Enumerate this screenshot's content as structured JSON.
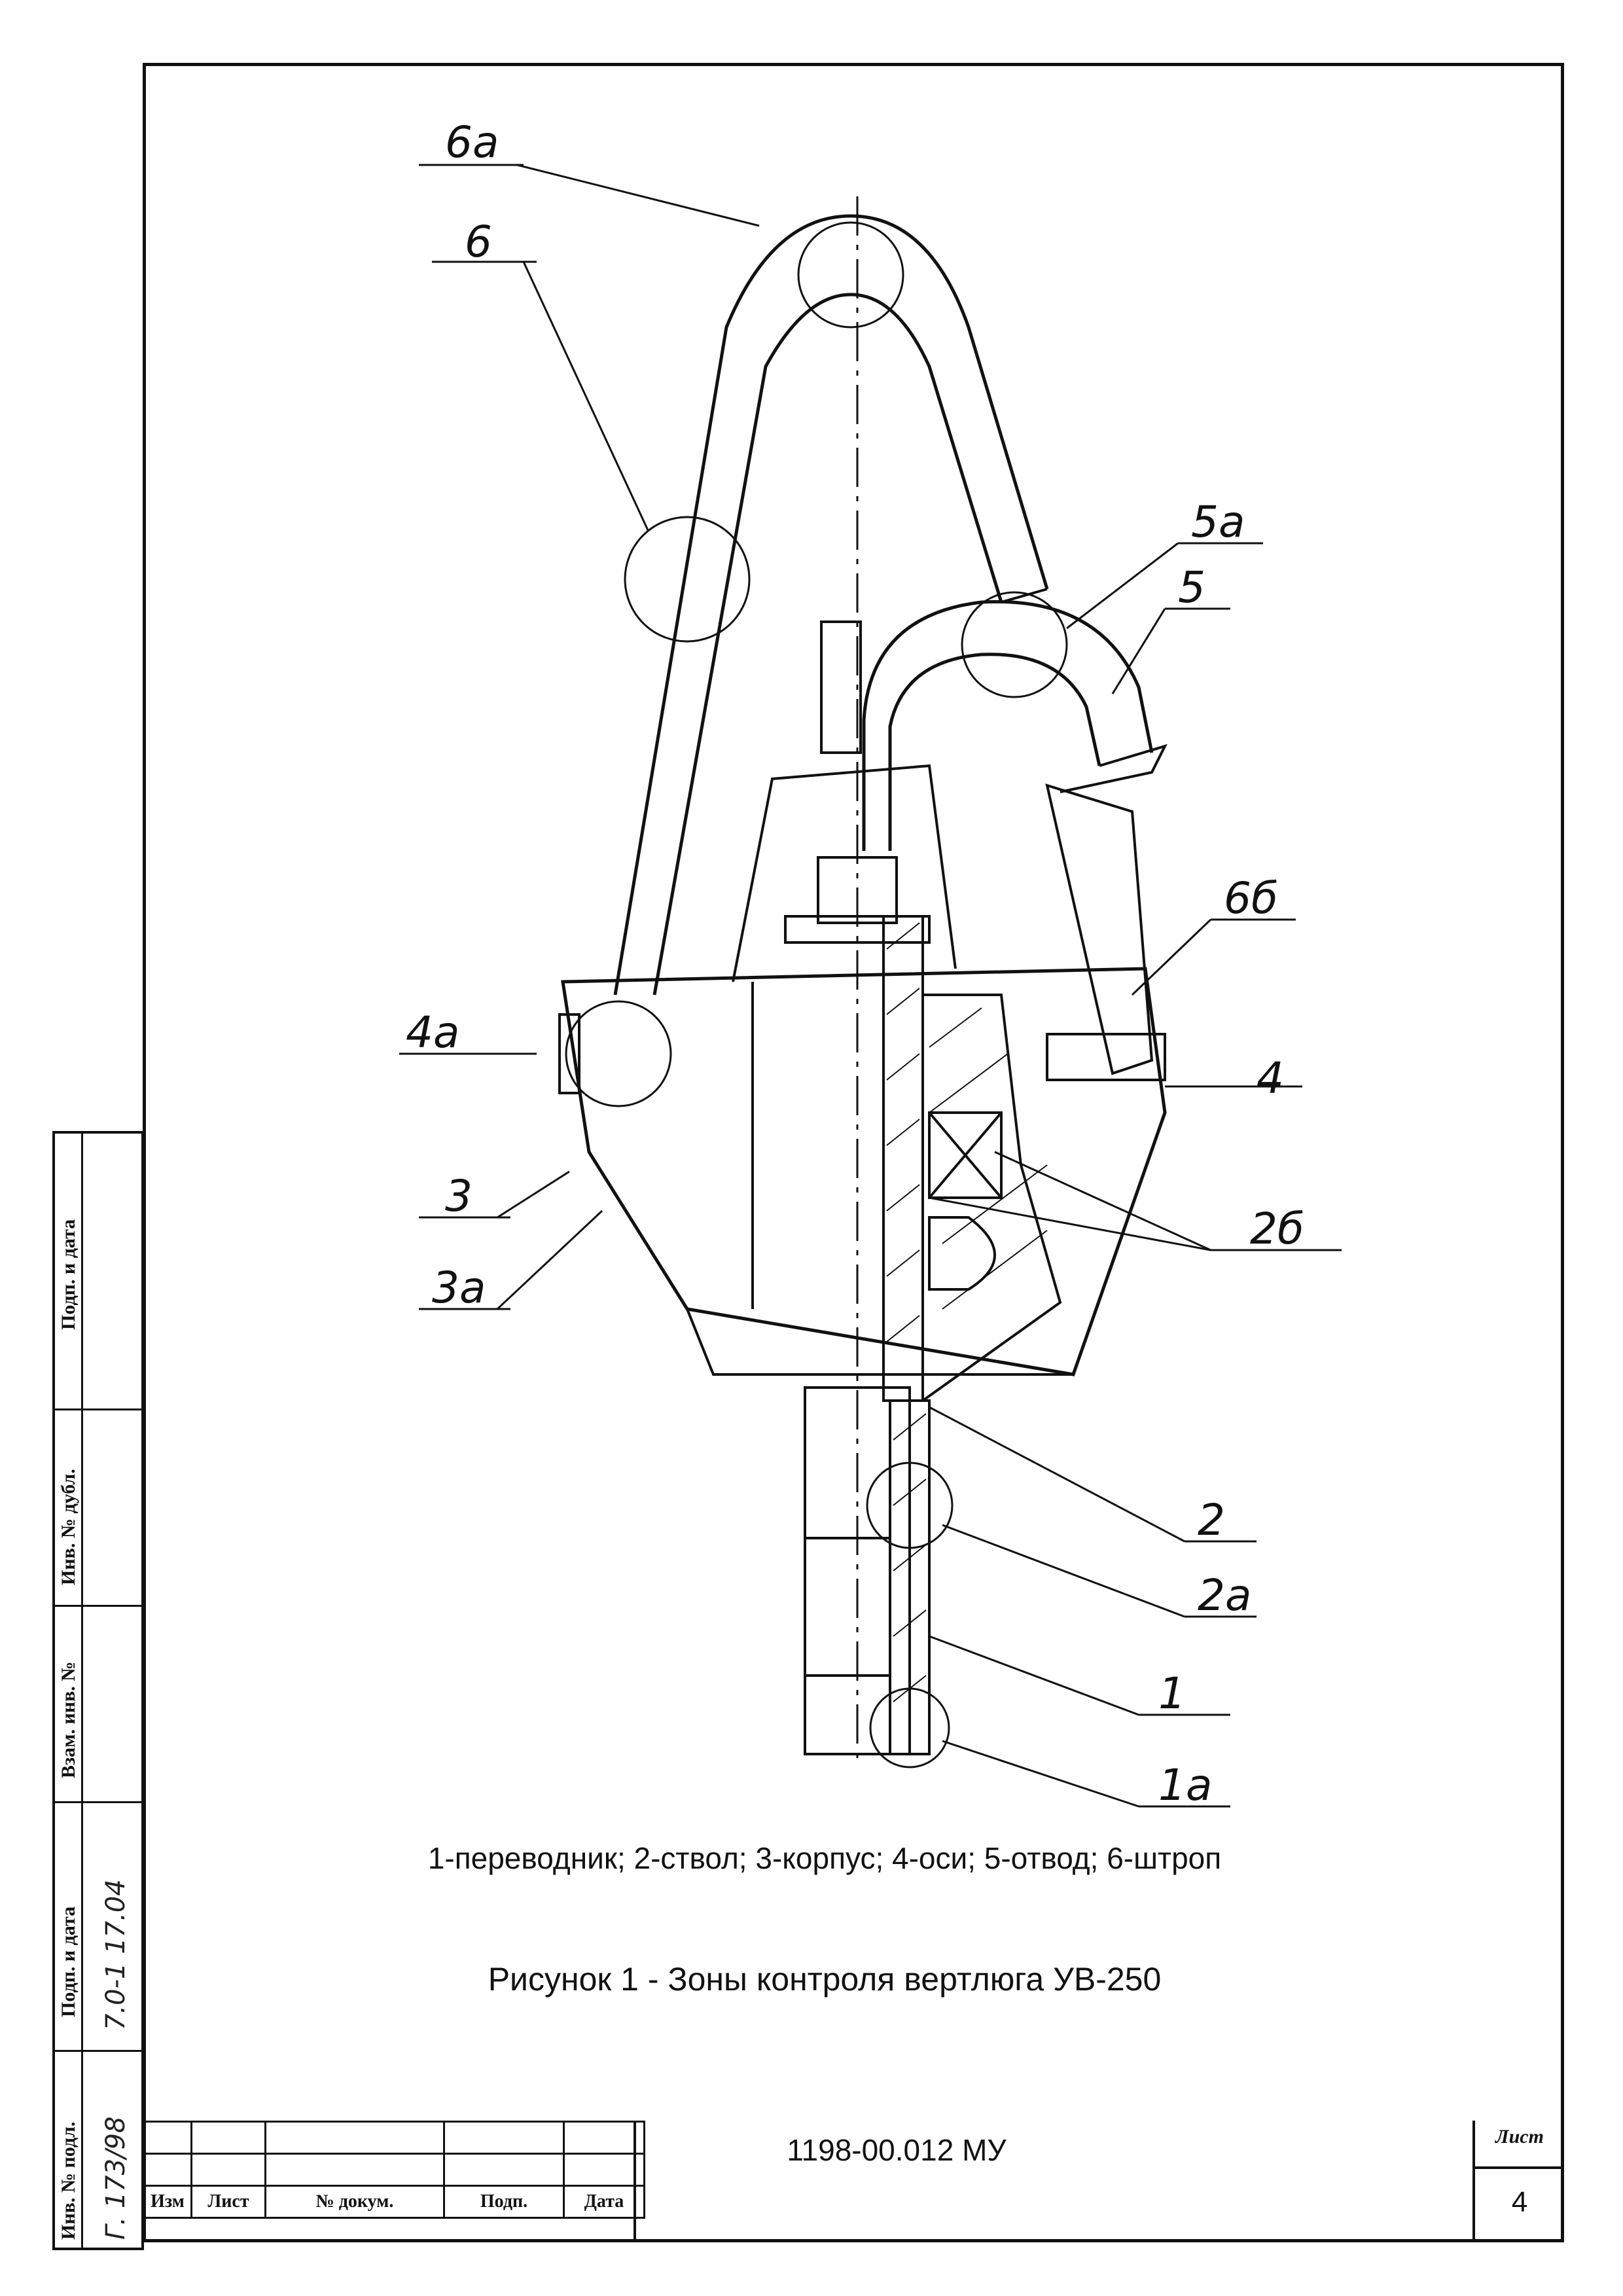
{
  "labels": {
    "l6a": "6а",
    "l6": "6",
    "l5a": "5а",
    "l5": "5",
    "l6b": "6б",
    "l4a": "4а",
    "l4": "4",
    "l3": "3",
    "l3a": "3а",
    "l2b": "2б",
    "l2": "2",
    "l2a": "2а",
    "l1": "1",
    "l1a": "1а"
  },
  "legend": "1-переводник; 2-ствол; 3-корпус; 4-оси; 5-отвод; 6-штроп",
  "caption": "Рисунок 1 - Зоны контроля вертлюга  УВ-250",
  "side_stamp": {
    "f1": "Подп. и дата",
    "f2": "Инв. № дубл.",
    "f3": "Взам. инв. №",
    "f4": "Подп. и дата",
    "f5": "Инв. № подл.",
    "hand1": "7.0-1 17.04",
    "hand2": "Г. 173/98"
  },
  "title_block": {
    "izm": "Изм",
    "list": "Лист",
    "doc_no": "№ докум.",
    "signature": "Подп.",
    "date": "Дата",
    "document_code": "1198-00.012 МУ",
    "sheet_label": "Лист",
    "sheet_number": "4"
  }
}
